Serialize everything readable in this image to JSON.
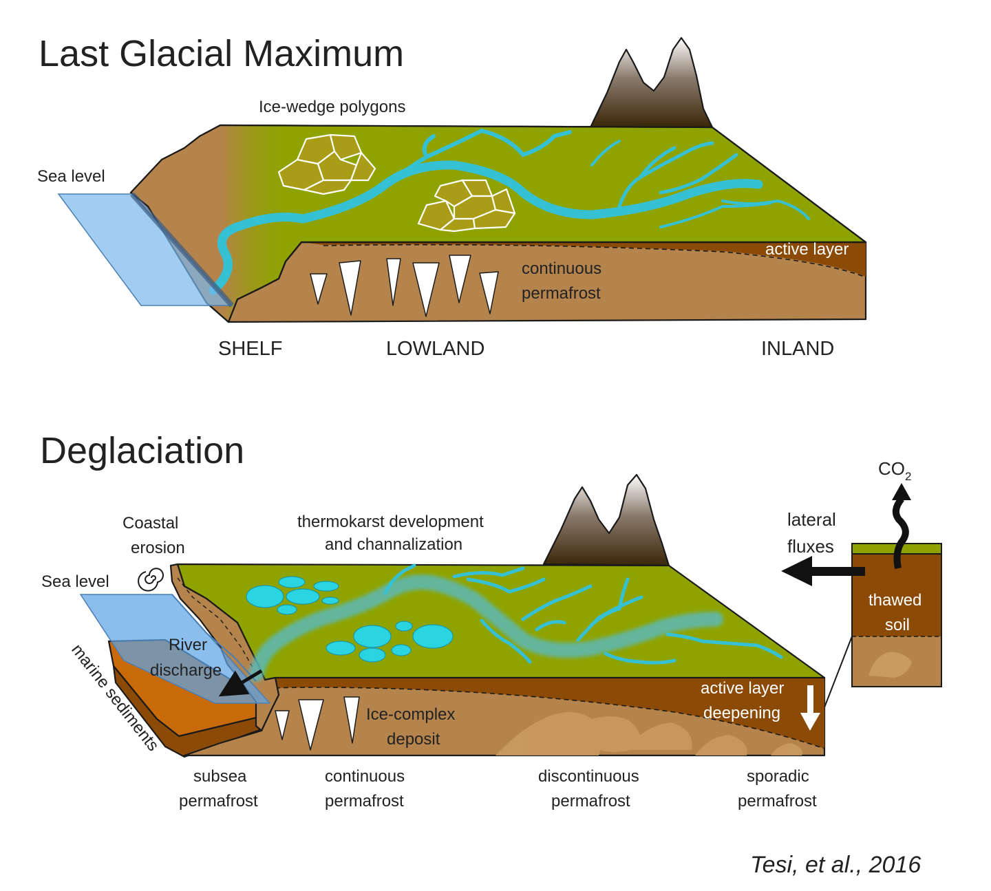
{
  "panels": {
    "lgm": {
      "title": "Last Glacial Maximum",
      "labels": {
        "ice_wedge_polygons": "Ice-wedge polygons",
        "sea_level": "Sea level",
        "active_layer": "active layer",
        "permafrost_line1": "continuous",
        "permafrost_line2": "permafrost"
      },
      "zones": [
        "SHELF",
        "LOWLAND",
        "INLAND"
      ]
    },
    "deglaciation": {
      "title": "Deglaciation",
      "labels": {
        "coastal_erosion_line1": "Coastal",
        "coastal_erosion_line2": "erosion",
        "sea_level": "Sea level",
        "thermokarst_line1": "thermokarst development",
        "thermokarst_line2": "and channalization",
        "river_discharge_line1": "River",
        "river_discharge_line2": "discharge",
        "marine_sediments": "marine sediments",
        "ice_complex_line1": "Ice-complex",
        "ice_complex_line2": "deposit",
        "active_layer_line1": "active layer",
        "active_layer_line2": "deepening",
        "lateral_fluxes_line1": "lateral",
        "lateral_fluxes_line2": "fluxes",
        "co2": "CO",
        "co2_subscript": "2",
        "thawed_soil_line1": "thawed",
        "thawed_soil_line2": "soil"
      },
      "zones": [
        {
          "line1": "subsea",
          "line2": "permafrost"
        },
        {
          "line1": "continuous",
          "line2": "permafrost"
        },
        {
          "line1": "discontinuous",
          "line2": "permafrost"
        },
        {
          "line1": "sporadic",
          "line2": "permafrost"
        }
      ]
    }
  },
  "citation": "Tesi, et al., 2016",
  "colors": {
    "surface_green": "#8fa300",
    "soil_brown": "#b5834c",
    "active_layer_brown": "#8b4a06",
    "river_cyan": "#35c0d4",
    "sea_blue": "#7ab8ee",
    "polygon_olive": "#a99d17",
    "lake_cyan": "#2ad4e0",
    "marine_orange": "#c8690a"
  }
}
